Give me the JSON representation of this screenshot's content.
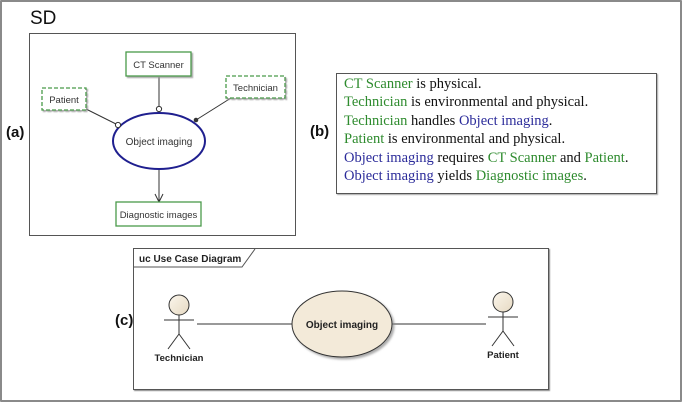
{
  "title": "SD",
  "labels": {
    "a": "(a)",
    "b": "(b)",
    "c": "(c)"
  },
  "colors": {
    "green_text": "#2e8b2e",
    "blue_text": "#2b2b9a",
    "ellipse_stroke": "#1f1f8f",
    "box_border": "#4a9a4a",
    "usecase_fill": "#f3ead9"
  },
  "panel_a": {
    "center": "Object imaging",
    "nodes": [
      {
        "id": "ct",
        "label": "CT Scanner",
        "style": "solid",
        "connector": "open-circle"
      },
      {
        "id": "patient",
        "label": "Patient",
        "style": "dashed",
        "connector": "open-circle"
      },
      {
        "id": "technician",
        "label": "Technician",
        "style": "dashed",
        "connector": "filled-dot"
      },
      {
        "id": "diag",
        "label": "Diagnostic images",
        "style": "solid",
        "connector": "arrow"
      }
    ]
  },
  "panel_b": {
    "sentences": [
      [
        {
          "t": "CT Scanner",
          "c": "g"
        },
        {
          "t": " is physical.",
          "c": ""
        }
      ],
      [
        {
          "t": "Technician",
          "c": "g"
        },
        {
          "t": " is environmental and physical.",
          "c": ""
        }
      ],
      [
        {
          "t": "Technician",
          "c": "g"
        },
        {
          "t": " handles ",
          "c": ""
        },
        {
          "t": "Object imaging",
          "c": "b"
        },
        {
          "t": ".",
          "c": ""
        }
      ],
      [
        {
          "t": "Patient",
          "c": "g"
        },
        {
          "t": " is environmental and physical.",
          "c": ""
        }
      ],
      [
        {
          "t": "Object imaging",
          "c": "b"
        },
        {
          "t": " requires ",
          "c": ""
        },
        {
          "t": "CT Scanner",
          "c": "g"
        },
        {
          "t": " and ",
          "c": ""
        },
        {
          "t": "Patient",
          "c": "g"
        },
        {
          "t": ".",
          "c": ""
        }
      ],
      [
        {
          "t": "Object imaging",
          "c": "b"
        },
        {
          "t": " yields ",
          "c": ""
        },
        {
          "t": "Diagnostic images",
          "c": "g"
        },
        {
          "t": ".",
          "c": ""
        }
      ]
    ]
  },
  "panel_c": {
    "frame_title": "uc Use Case Diagram",
    "use_case": "Object imaging",
    "actors": {
      "left": "Technician",
      "right": "Patient"
    }
  }
}
